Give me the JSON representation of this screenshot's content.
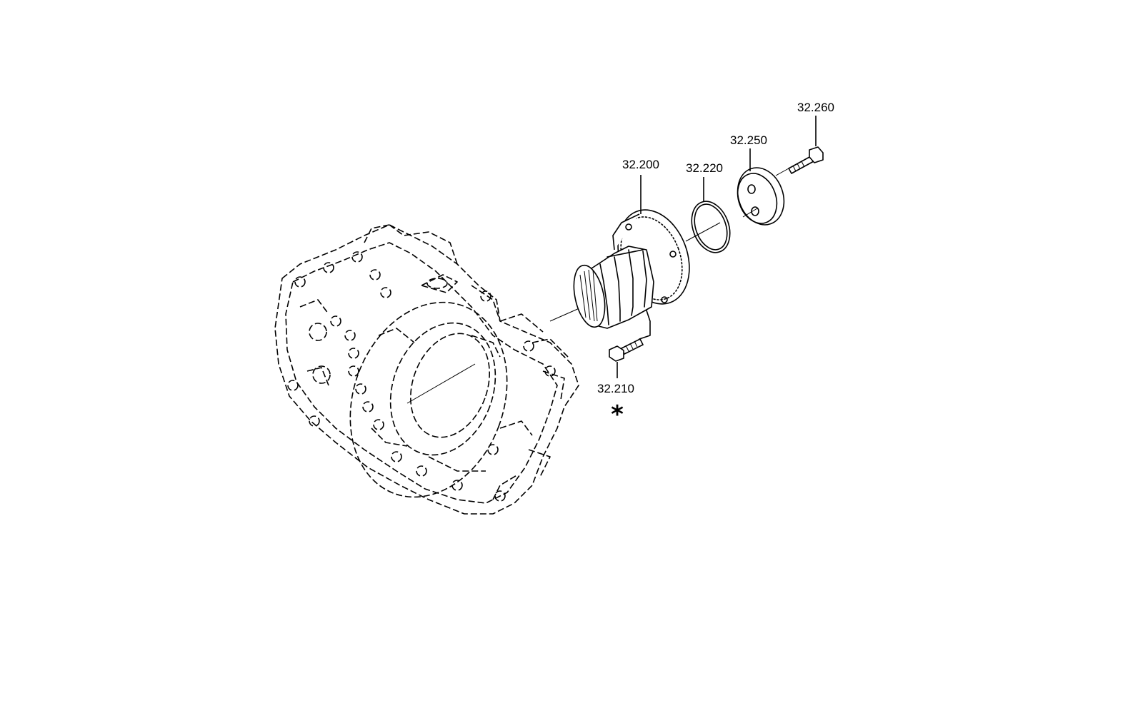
{
  "parts": [
    {
      "id": "flange",
      "number": "32.200"
    },
    {
      "id": "screw-lower",
      "number": "32.210"
    },
    {
      "id": "o-ring",
      "number": "32.220"
    },
    {
      "id": "cover-disc",
      "number": "32.250"
    },
    {
      "id": "screw-upper",
      "number": "32.260"
    }
  ],
  "note_marker": "*"
}
